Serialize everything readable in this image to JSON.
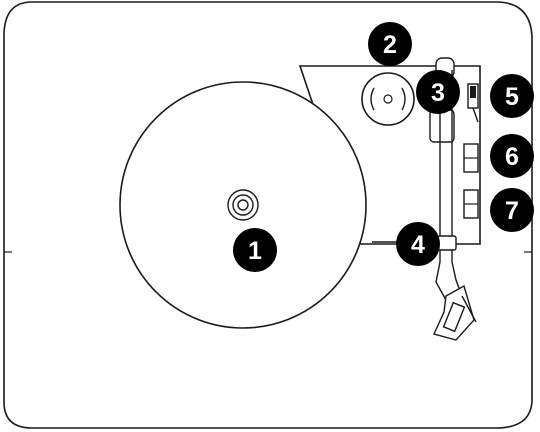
{
  "diagram": {
    "callouts": [
      {
        "id": "platter-spindle",
        "label": "1"
      },
      {
        "id": "adapter",
        "label": "2"
      },
      {
        "id": "tonearm-lift",
        "label": "3"
      },
      {
        "id": "tonearm-clip",
        "label": "4"
      },
      {
        "id": "lever",
        "label": "5"
      },
      {
        "id": "switch-upper",
        "label": "6"
      },
      {
        "id": "switch-lower",
        "label": "7"
      }
    ],
    "colors": {
      "outline": "#1a1a1a",
      "badge_fill": "#000000",
      "badge_text": "#ffffff",
      "background": "#ffffff"
    }
  }
}
